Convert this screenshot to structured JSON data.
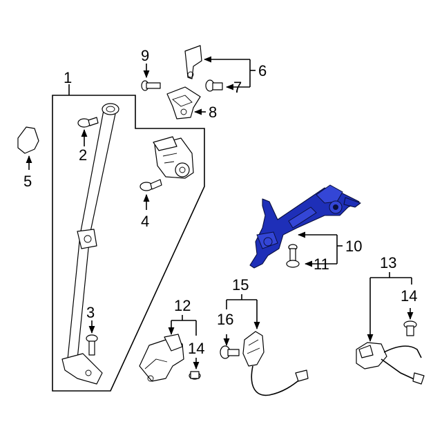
{
  "callouts": {
    "c1": "1",
    "c2": "2",
    "c3": "3",
    "c4": "4",
    "c5": "5",
    "c6": "6",
    "c7": "7",
    "c8": "8",
    "c9": "9",
    "c10": "10",
    "c11": "11",
    "c12": "12",
    "c13": "13",
    "c14a": "14",
    "c14b": "14",
    "c15": "15",
    "c16": "16"
  },
  "colors": {
    "highlight": "#1e2fb8",
    "line": "#000000"
  }
}
